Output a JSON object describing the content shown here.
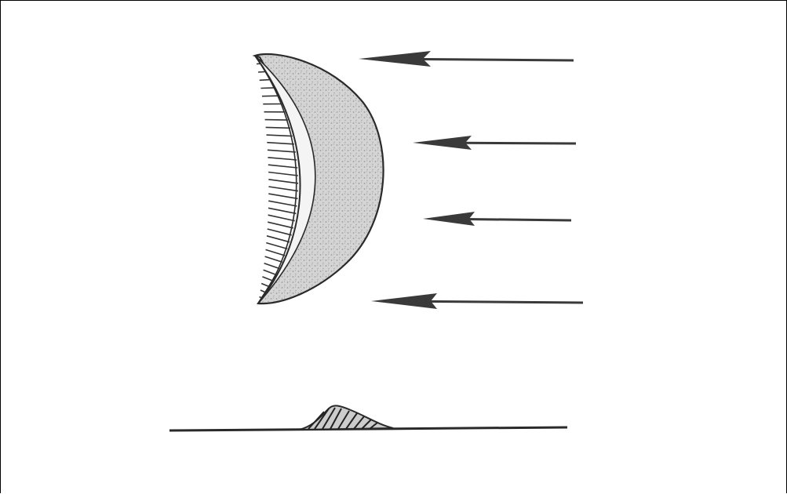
{
  "figure": {
    "subject": "barchan-dune",
    "views": [
      "plan-view",
      "profile-view"
    ],
    "wind_arrow_count": 4,
    "wind_direction": "right-to-left"
  },
  "colors": {
    "ink": "#2a2a2a",
    "dune_fill": "#cfcfcf",
    "slip_face_fill": "#f2f2f2",
    "background": "#ffffff"
  }
}
